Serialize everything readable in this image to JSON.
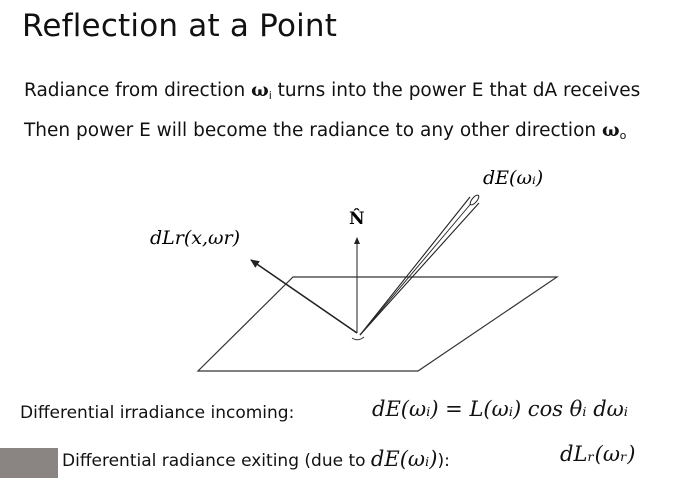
{
  "title": "Reflection at a Point",
  "line1": {
    "before": "Radiance from direction ",
    "omega": "ω",
    "sub": "i",
    "after": " turns into the power E that dA receives"
  },
  "line2": {
    "before": "Then power E will become the radiance to any other direction ",
    "omega": "ω",
    "sub": "o"
  },
  "figure": {
    "normal_label": "N̂",
    "incident_label": "dE(ωᵢ)",
    "reflected_label": "dLr(x,ωr)"
  },
  "eq1": {
    "label": "Differential irradiance incoming:",
    "formula": "dE(ωᵢ) = L(ωᵢ) cos θᵢ dωᵢ"
  },
  "eq2": {
    "label_before": "Differential radiance exiting (due to ",
    "label_math": "dE(ωᵢ)",
    "label_after": "):",
    "formula": "dLᵣ(ωᵣ)"
  }
}
